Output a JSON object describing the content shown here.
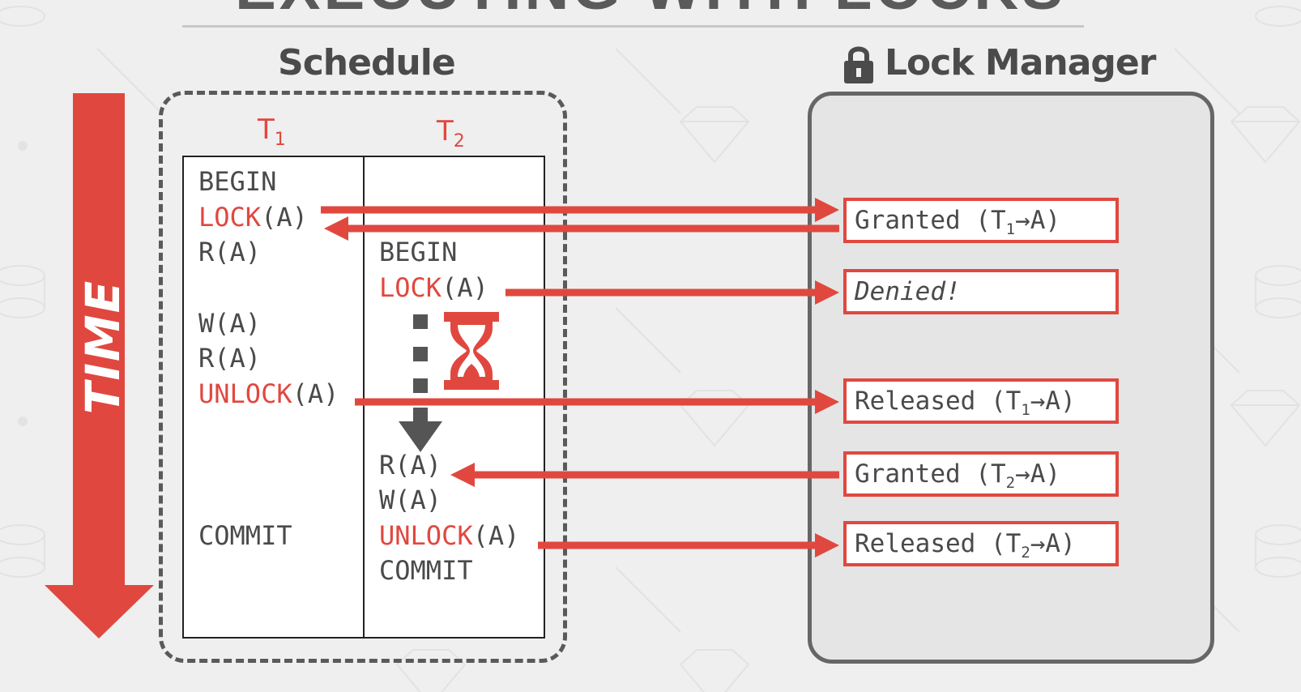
{
  "slide": {
    "title": "EXECUTING WITH LOCKS"
  },
  "time_label": "TIME",
  "schedule": {
    "heading": "Schedule",
    "t1_label": "T",
    "t1_sub": "1",
    "t2_label": "T",
    "t2_sub": "2",
    "t1_ops": [
      {
        "kw": "",
        "rest": "BEGIN"
      },
      {
        "kw": "LOCK",
        "rest": "(A)"
      },
      {
        "kw": "",
        "rest": "R(A)"
      },
      {
        "kw": "",
        "rest": "W(A)"
      },
      {
        "kw": "",
        "rest": "R(A)"
      },
      {
        "kw": "UNLOCK",
        "rest": "(A)"
      },
      {
        "kw": "",
        "rest": "COMMIT"
      }
    ],
    "t2_ops": [
      {
        "kw": "",
        "rest": "BEGIN"
      },
      {
        "kw": "LOCK",
        "rest": "(A)"
      },
      {
        "kw": "",
        "rest": "R(A)"
      },
      {
        "kw": "",
        "rest": "W(A)"
      },
      {
        "kw": "UNLOCK",
        "rest": "(A)"
      },
      {
        "kw": "",
        "rest": "COMMIT"
      }
    ]
  },
  "lock_manager": {
    "heading": "Lock Manager",
    "icon": "lock-icon",
    "messages": [
      {
        "pre": "Granted (T",
        "sub": "1",
        "post": "→A)"
      },
      {
        "pre": "Denied!",
        "sub": "",
        "post": ""
      },
      {
        "pre": "Released (T",
        "sub": "1",
        "post": "→A)"
      },
      {
        "pre": "Granted (T",
        "sub": "2",
        "post": "→A)"
      },
      {
        "pre": "Released (T",
        "sub": "2",
        "post": "→A)"
      }
    ]
  },
  "colors": {
    "accent": "#e0483f",
    "text": "#4a4a4a",
    "background": "#efefef"
  },
  "wait_icon": "hourglass-icon"
}
